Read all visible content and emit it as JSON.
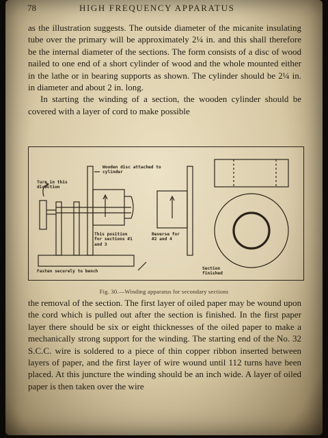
{
  "header": {
    "page_number": "78",
    "title": "HIGH FREQUENCY APPARATUS"
  },
  "body_top": {
    "p1": "as the illustration suggests. The outside diameter of the micanite insulating tube over the primary will be approximately 2¼ in. and this shall therefore be the internal diameter of the sections. The form consists of a disc of wood nailed to one end of a short cylinder of wood and the whole mounted either in the lathe or in bearing supports as shown. The cylinder should be 2¼ in. in diameter and about 2 in. long.",
    "p2": "In starting the winding of a section, the wooden cylinder should be covered with a layer of cord to make possible"
  },
  "figure": {
    "labels": {
      "wooden_disc": "Wooden disc attached to cylinder",
      "turn_direction": "Turn in this direction",
      "this_position": "This position for sections #1 and 3",
      "reverse": "Reverse for #2 and 4",
      "section_finished": "Section finished",
      "fasten": "Fasten securely to bench"
    },
    "caption": "Fig. 30.—Winding apparatus for secondary sections"
  },
  "body_bottom": {
    "p1": "the removal of the section. The first layer of oiled paper may be wound upon the cord which is pulled out after the section is finished. In the first paper layer there should be six or eight thicknesses of the oiled paper to make a mechanically strong support for the winding. The starting end of the No. 32 S.C.C. wire is soldered to a piece of thin copper ribbon inserted between layers of paper, and the first layer of wire wound until 112 turns have been placed. At this juncture the winding should be an inch wide. A layer of oiled paper is then taken over the wire"
  }
}
